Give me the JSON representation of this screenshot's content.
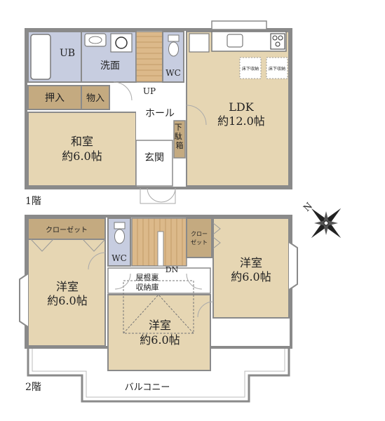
{
  "floor1": {
    "level_label": "1階",
    "rooms": {
      "ub": "UB",
      "washroom": "洗面",
      "wc": "WC",
      "up": "UP",
      "closet": "押入",
      "storage": "物入",
      "hall": "ホール",
      "shoe_box": "下駄箱",
      "entrance": "玄関",
      "washitsu_name": "和室",
      "washitsu_size": "約6.0帖",
      "ldk_name": "LDK",
      "ldk_size": "約12.0帖",
      "underfloor_1": "床下収納",
      "underfloor_2": "床下収納"
    }
  },
  "floor2": {
    "level_label": "2階",
    "rooms": {
      "closet_left": "クローゼット",
      "closet_right_1": "クロー",
      "closet_right_2": "ゼット",
      "wc": "WC",
      "dn": "DN",
      "attic_1": "屋根裏",
      "attic_2": "収納庫",
      "left_name": "洋室",
      "left_size": "約6.0帖",
      "center_name": "洋室",
      "center_size": "約6.0帖",
      "right_name": "洋室",
      "right_size": "約6.0帖",
      "balcony": "バルコニー"
    }
  },
  "compass": {
    "label": "N"
  },
  "colors": {
    "floor": "#e6d6b3",
    "wetroom": "#c7cde0",
    "stair": "#d9b98a",
    "closet": "#c4aa80",
    "wall": "#8a8a8a"
  }
}
